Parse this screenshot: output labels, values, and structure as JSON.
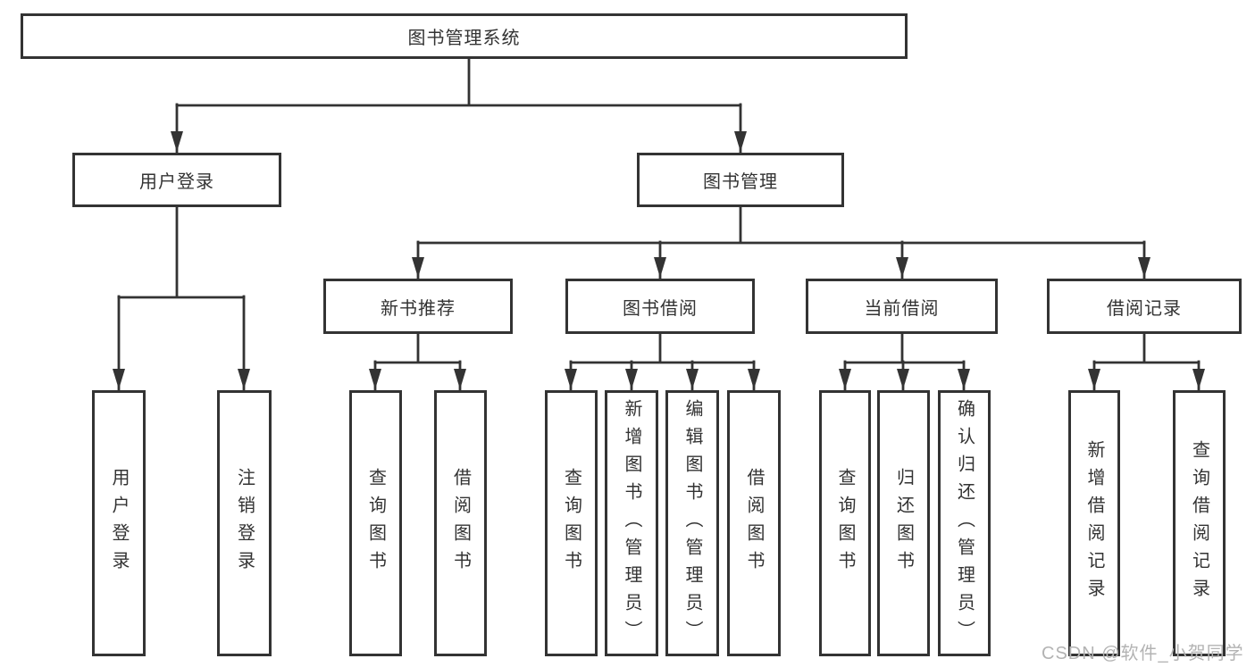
{
  "diagram": {
    "title": "图书管理系统",
    "level2": [
      "用户登录",
      "图书管理"
    ],
    "categories": [
      "新书推荐",
      "图书借阅",
      "当前借阅",
      "借阅记录"
    ],
    "leaves": {
      "user_login": [
        "用户登录",
        "注销登录"
      ],
      "new_books": [
        "查询图书",
        "借阅图书"
      ],
      "book_borrowing": [
        "查询图书",
        "新增图书（管理员）",
        "编辑图书（管理员）",
        "借阅图书"
      ],
      "current_borrowing": [
        "查询图书",
        "归还图书",
        "确认归还（管理员）"
      ],
      "borrowing_records": [
        "新增借阅记录",
        "查询借阅记录"
      ]
    },
    "colors": {
      "line": "#333333",
      "text": "#333333",
      "background": "#ffffff",
      "watermark": "#b3b3b3"
    },
    "watermark": "CSDN @软件_小贺同学"
  }
}
